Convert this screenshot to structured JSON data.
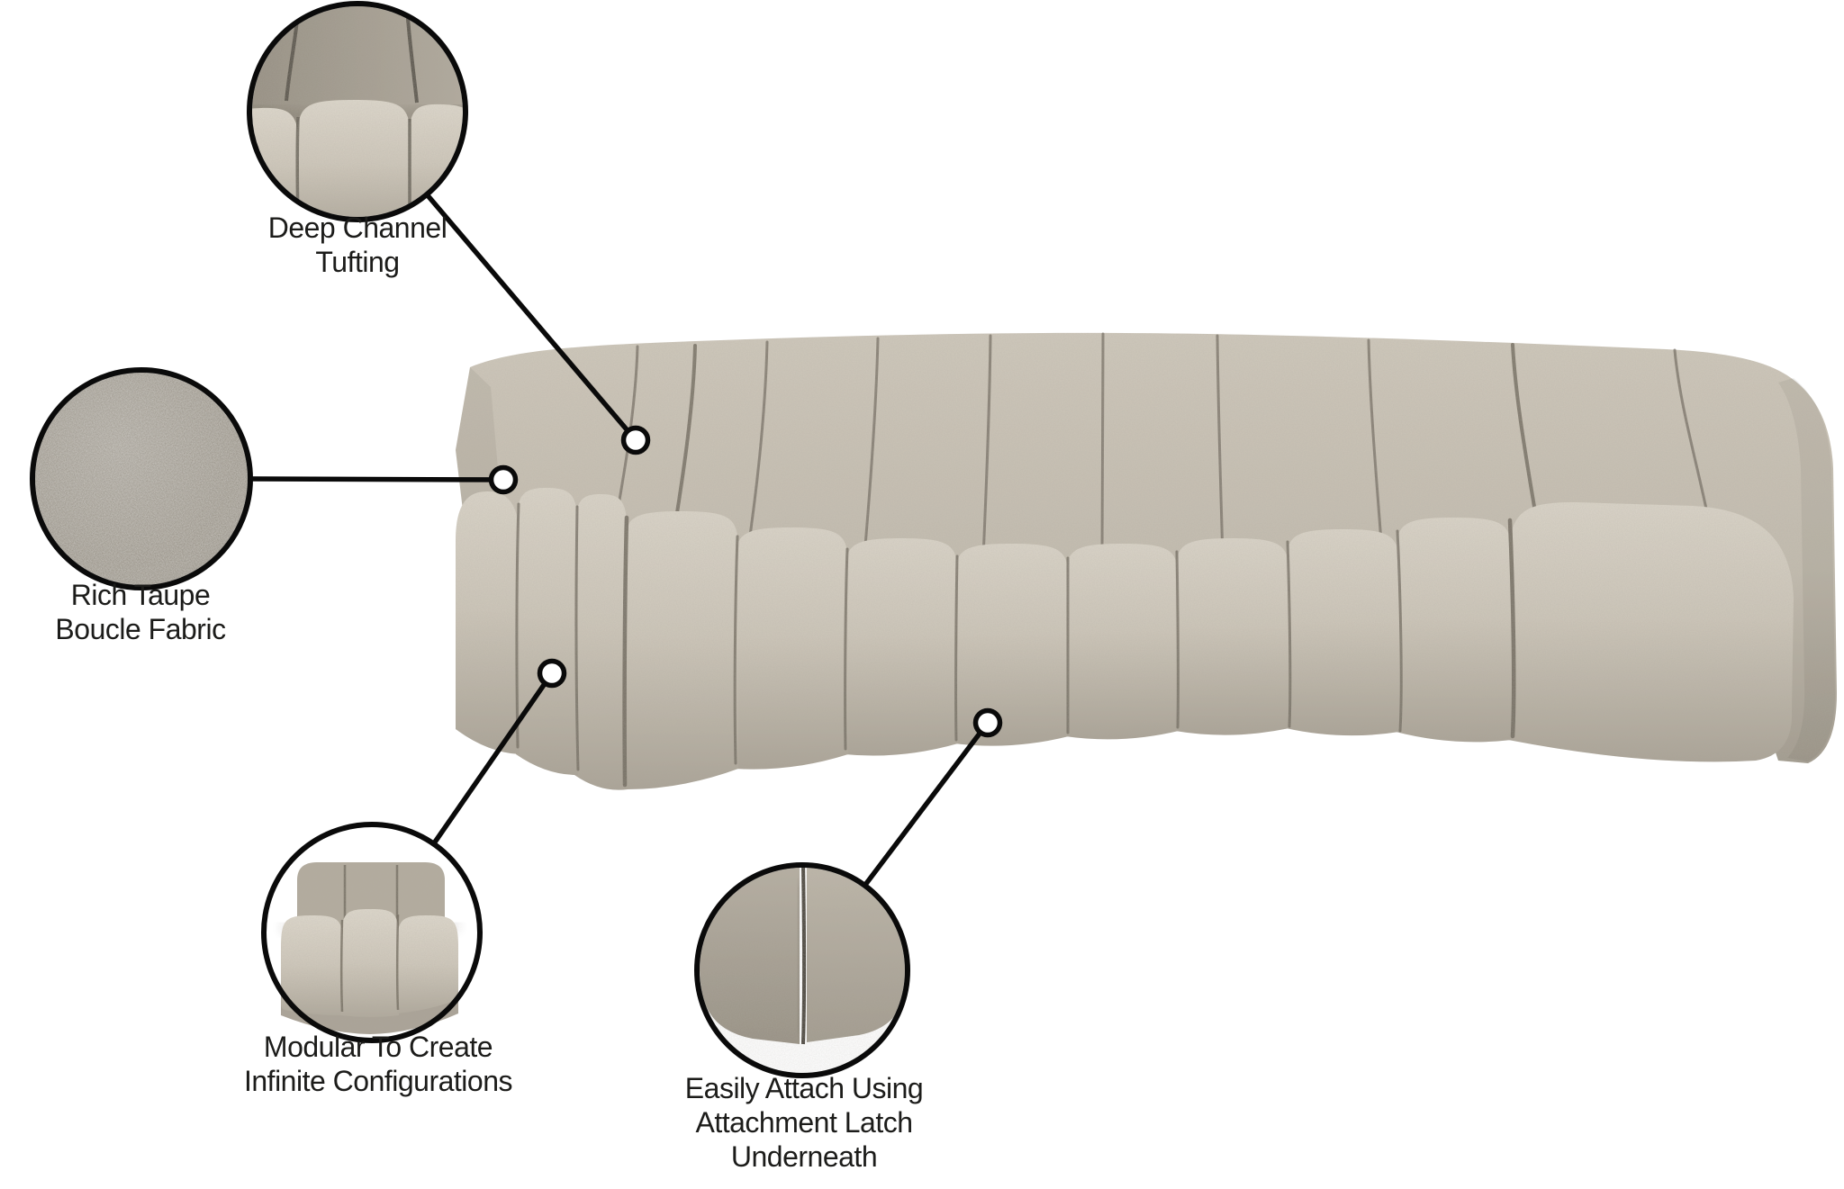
{
  "scene": {
    "type": "annotated product image",
    "product": "Curved modular channel-tufted sofa in taupe boucle fabric",
    "background": "#ffffff"
  },
  "colors": {
    "line": "#0a0a0a",
    "text": "#1c1c1a",
    "fabric_light": "#d8d2c6",
    "fabric_mid": "#c7c0b3",
    "fabric_dark": "#a39c8f",
    "swatch": "#948d7f"
  },
  "callouts": {
    "tufting": {
      "line1": "Deep Channel",
      "line2": "Tufting"
    },
    "fabric": {
      "line1": "Rich Taupe",
      "line2": "Boucle Fabric"
    },
    "modular": {
      "line1": "Modular To Create",
      "line2": "Infinite Configurations"
    },
    "attach": {
      "line1": "Easily Attach Using",
      "line2": "Attachment Latch",
      "line3": "Underneath"
    }
  }
}
